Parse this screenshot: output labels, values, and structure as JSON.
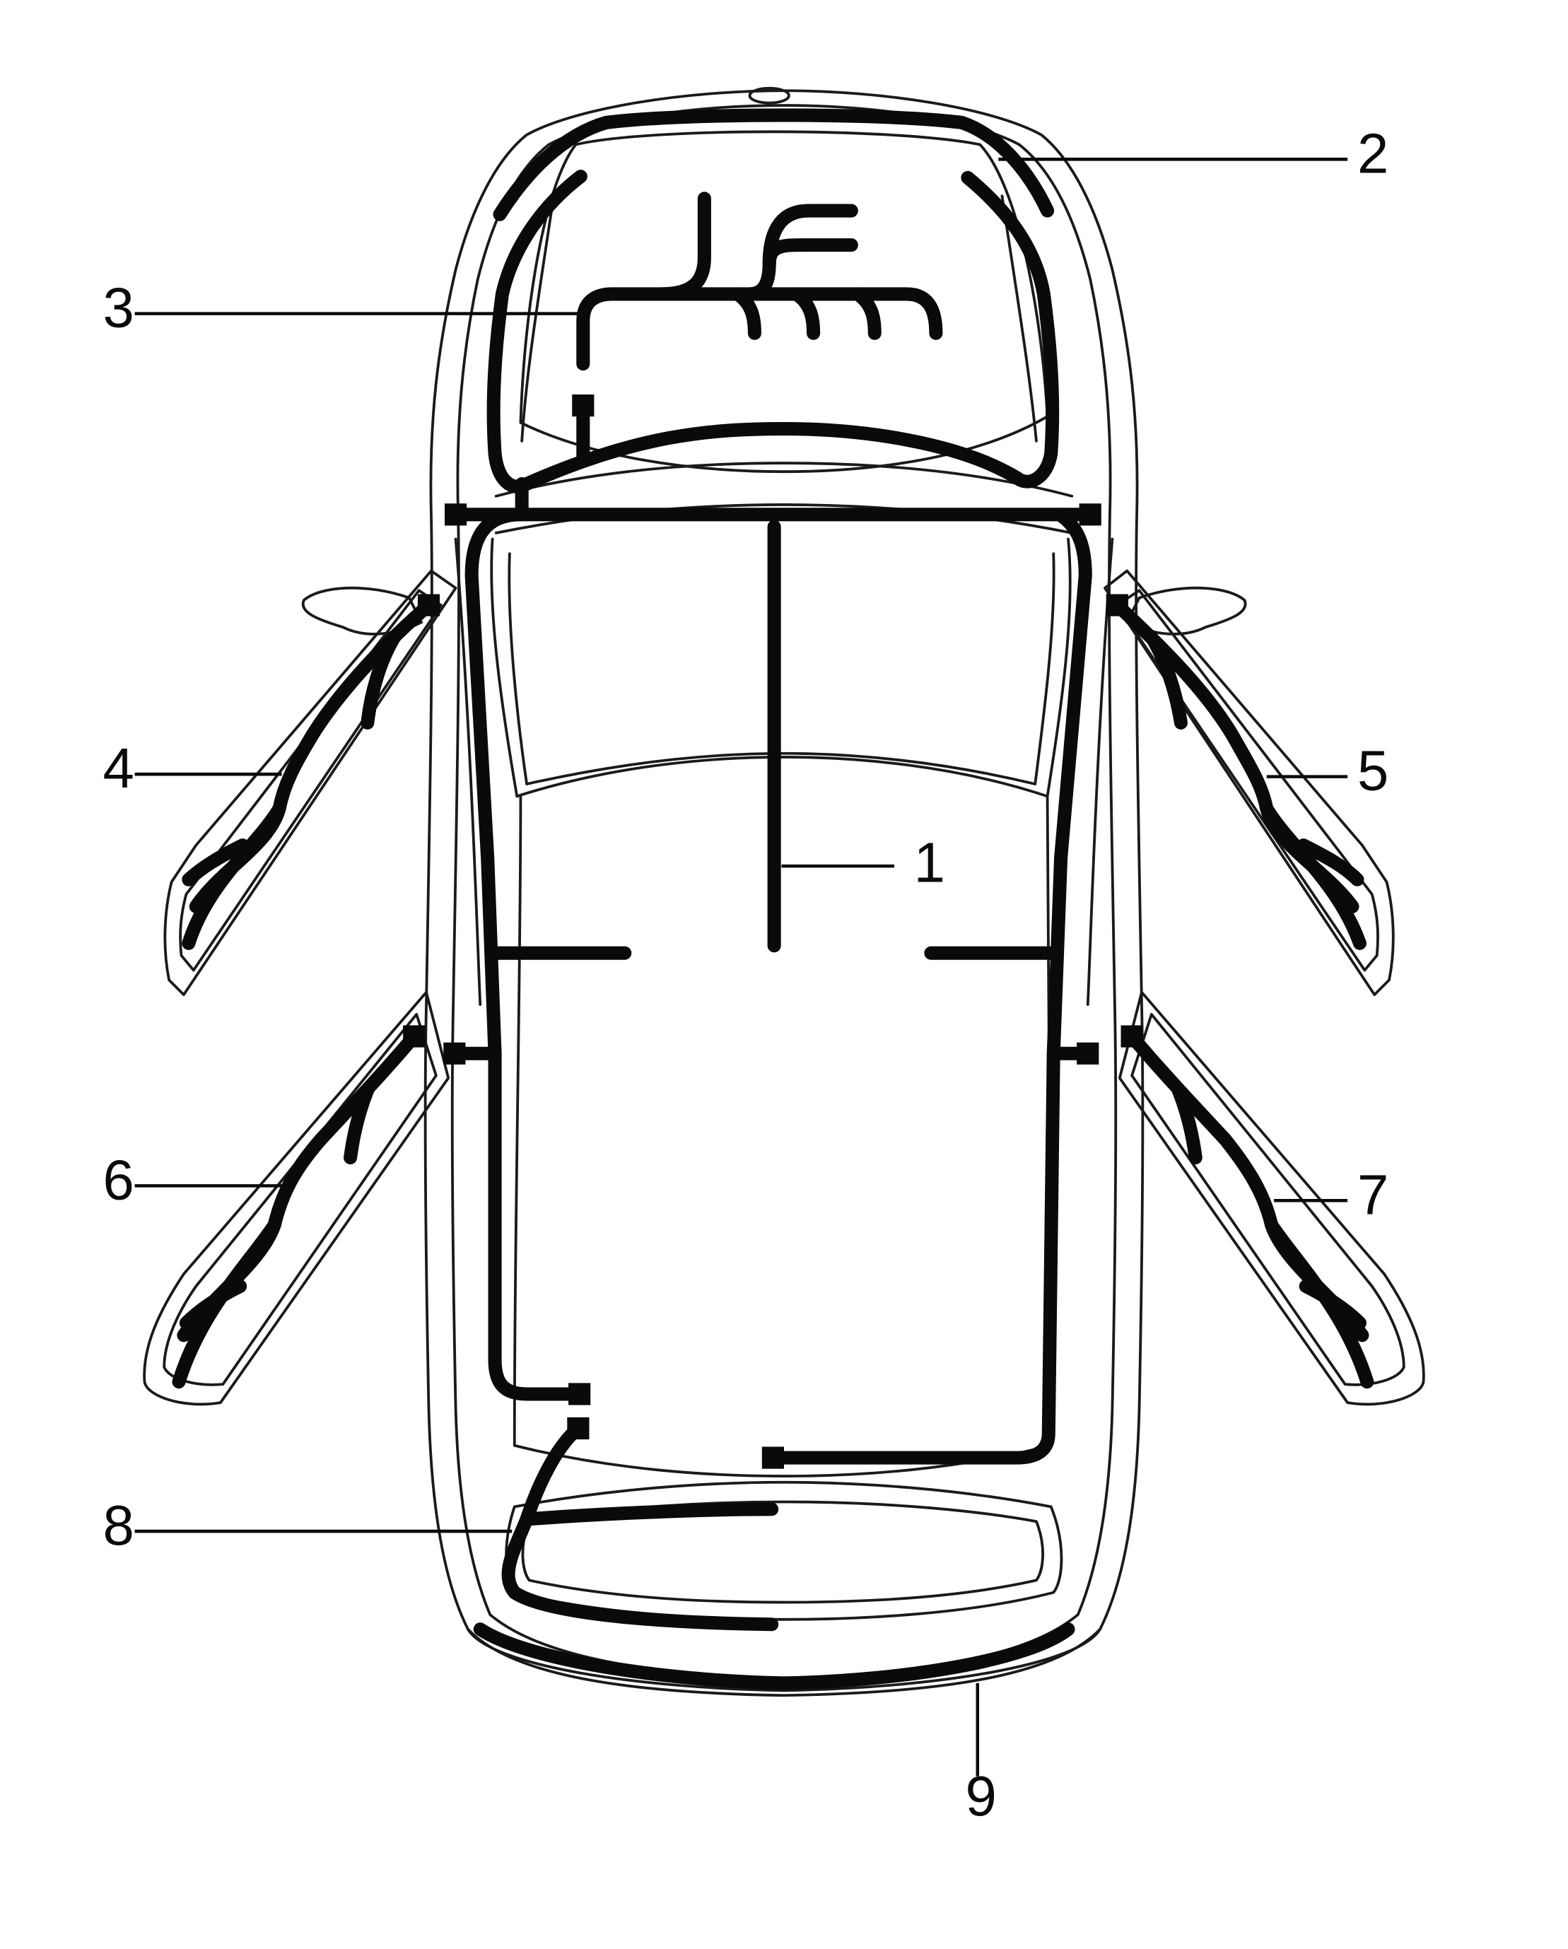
{
  "diagram": {
    "colors": {
      "ink": "#0a0a0a",
      "background": "#ffffff"
    },
    "callouts": [
      {
        "id": "1",
        "label": "1",
        "part": "main-floor-harness"
      },
      {
        "id": "2",
        "label": "2",
        "part": "front-bumper-harness"
      },
      {
        "id": "3",
        "label": "3",
        "part": "engine-bay-harness"
      },
      {
        "id": "4",
        "label": "4",
        "part": "front-left-door-harness"
      },
      {
        "id": "5",
        "label": "5",
        "part": "front-right-door-harness"
      },
      {
        "id": "6",
        "label": "6",
        "part": "rear-left-door-harness"
      },
      {
        "id": "7",
        "label": "7",
        "part": "rear-right-door-harness"
      },
      {
        "id": "8",
        "label": "8",
        "part": "tailgate-harness"
      },
      {
        "id": "9",
        "label": "9",
        "part": "rear-bumper-harness"
      }
    ]
  }
}
